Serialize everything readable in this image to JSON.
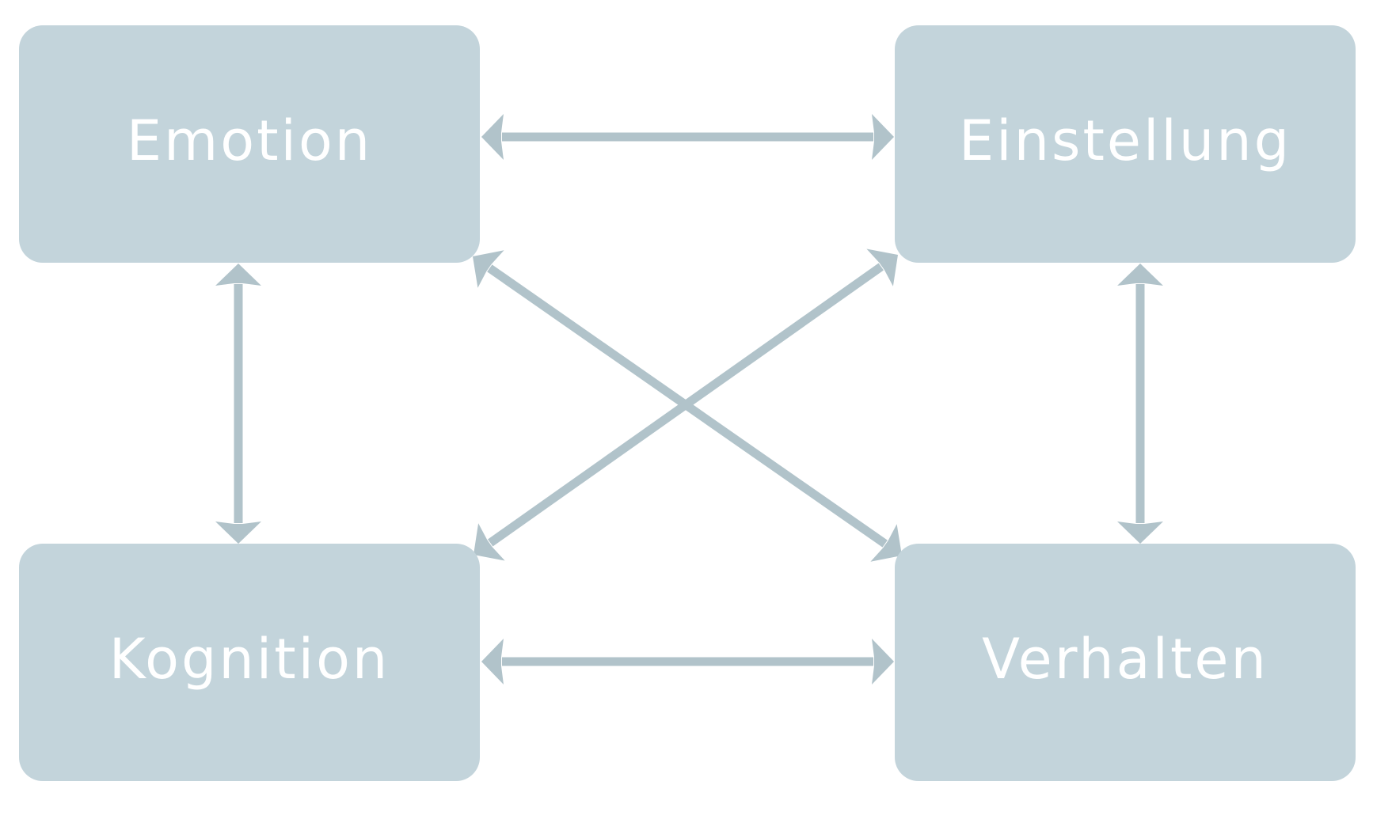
{
  "colors": {
    "box_fill": "#c3d4db",
    "arrow": "#b1c3ca",
    "label": "#ffffff"
  },
  "nodes": {
    "emotion": "Emotion",
    "einstellung": "Einstellung",
    "kognition": "Kognition",
    "verhalten": "Verhalten"
  },
  "connections": [
    {
      "from": "emotion",
      "to": "einstellung",
      "bidirectional": true
    },
    {
      "from": "emotion",
      "to": "kognition",
      "bidirectional": true
    },
    {
      "from": "einstellung",
      "to": "verhalten",
      "bidirectional": true
    },
    {
      "from": "kognition",
      "to": "verhalten",
      "bidirectional": true
    },
    {
      "from": "emotion",
      "to": "verhalten",
      "bidirectional": true
    },
    {
      "from": "einstellung",
      "to": "kognition",
      "bidirectional": true
    }
  ]
}
